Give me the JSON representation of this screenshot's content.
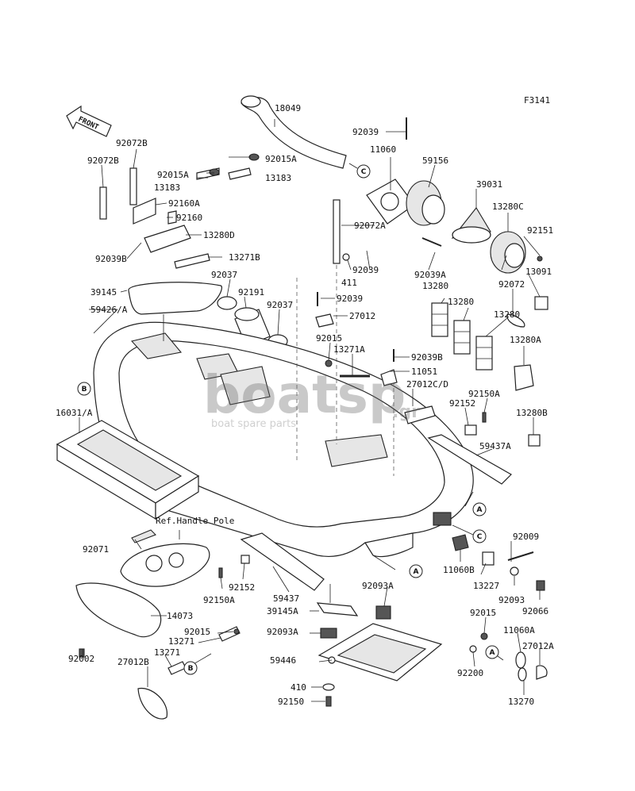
{
  "figure_code": "F3141",
  "front_arrow": "FRONT",
  "ref_note": "Ref.Handle Pole",
  "watermark": {
    "brand": "boatsp",
    "suffix": ".gr",
    "tagline": "boat spare parts"
  },
  "callouts": {
    "A": "A",
    "B": "B",
    "C": "C"
  },
  "parts": {
    "p18049": "18049",
    "p92039_top": "92039",
    "p11060": "11060",
    "p59156": "59156",
    "p39031": "39031",
    "p13280C": "13280C",
    "p92151": "92151",
    "p92072B_a": "92072B",
    "p92072B_b": "92072B",
    "p92015A_a": "92015A",
    "p92015A_b": "92015A",
    "p13183_a": "13183",
    "p13183_b": "13183",
    "p92160A": "92160A",
    "p92160": "92160",
    "p13280D": "13280D",
    "p92072A": "92072A",
    "p92039B": "92039B",
    "p13271B": "13271B",
    "p411": "411",
    "p92039_mid": "92039",
    "p92039A": "92039A",
    "p13280_a": "13280",
    "p13091": "13091",
    "p39145": "39145",
    "p92037_a": "92037",
    "p92191": "92191",
    "p92037_b": "92037",
    "p92039_c": "92039",
    "p59426A": "59426/A",
    "p27012": "27012",
    "p92072": "92072",
    "p13280_b": "13280",
    "p13280_c": "13280",
    "p92015_a": "92015",
    "p13271A": "13271A",
    "p92039B_b": "92039B",
    "p13280A": "13280A",
    "p11051": "11051",
    "p27012CD": "27012C/D",
    "p92150A_a": "92150A",
    "p92152_a": "92152",
    "p13280B": "13280B",
    "p16031A": "16031/A",
    "p59437A": "59437A",
    "p92009": "92009",
    "p92071": "92071",
    "p11060B": "11060B",
    "p13227": "13227",
    "p92093": "92093",
    "p92066": "92066",
    "p92152_b": "92152",
    "p92150A_b": "92150A",
    "p59437": "59437",
    "p92093A_a": "92093A",
    "p14073": "14073",
    "p39145A": "39145A",
    "p92093A_b": "92093A",
    "p92015_b": "92015",
    "p92015_c": "92015",
    "p11060A": "11060A",
    "p13271_a": "13271",
    "p13271_b": "13271",
    "p92002": "92002",
    "p59446": "59446",
    "p27012A": "27012A",
    "p27012B": "27012B",
    "p92200": "92200",
    "p410": "410",
    "p13270": "13270",
    "p92150": "92150"
  }
}
